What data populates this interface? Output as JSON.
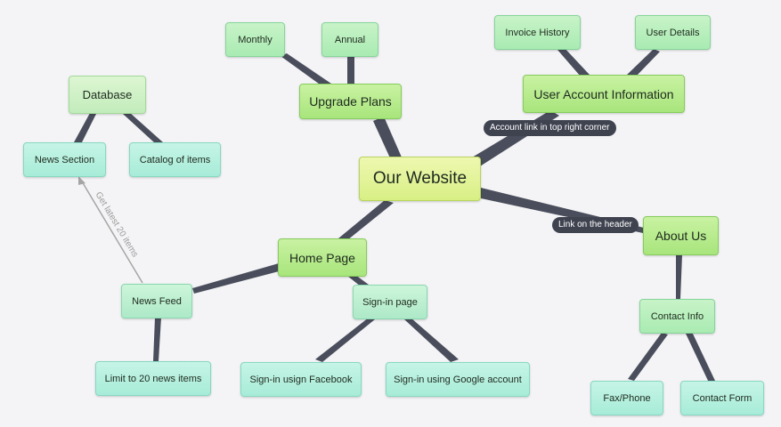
{
  "nodes": {
    "our_website": "Our Website",
    "upgrade_plans": "Upgrade Plans",
    "monthly": "Monthly",
    "annual": "Annual",
    "user_account_information": "User Account Information",
    "invoice_history": "Invoice History",
    "user_details": "User Details",
    "about_us": "About Us",
    "contact_info": "Contact Info",
    "fax_phone": "Fax/Phone",
    "contact_form": "Contact Form",
    "home_page": "Home Page",
    "sign_in_page": "Sign-in page",
    "sign_in_facebook": "Sign-in usign Facebook",
    "sign_in_google": "Sign-in using Google account",
    "news_feed": "News Feed",
    "limit_20": "Limit to 20 news items",
    "database": "Database",
    "news_section": "News Section",
    "catalog_of_items": "Catalog of items"
  },
  "link_labels": {
    "account_link": "Account link in top right corner",
    "header_link": "Link on the header",
    "latest_items": "Get latest 20 items"
  },
  "colors": {
    "connector": "#4a4e5c",
    "background": "#f4f4f6",
    "label_pill": "#3f4350"
  }
}
